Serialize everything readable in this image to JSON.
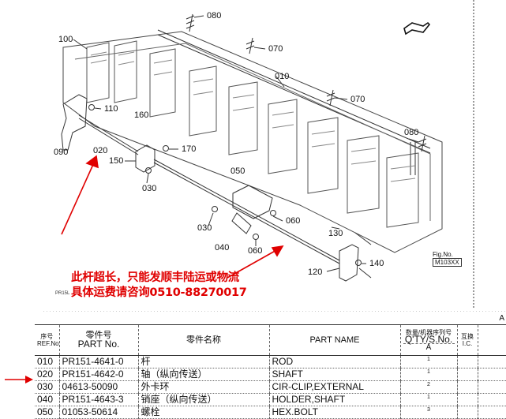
{
  "diagram": {
    "callouts": [
      "080",
      "100",
      "070",
      "010",
      "070",
      "110",
      "160",
      "090",
      "020",
      "170",
      "150",
      "030",
      "050",
      "080",
      "030",
      "040",
      "060",
      "060",
      "130",
      "120",
      "140"
    ],
    "fig_label": "Fig.No.",
    "fig_code": "M103XX",
    "small_code": "PR15L",
    "corner_letter": "A"
  },
  "note": {
    "line1": "此杆超长，只能发顺丰陆运或物流",
    "line2": "具体运费请咨询0510-88270017"
  },
  "table": {
    "headers": {
      "ref_cn": "序号",
      "ref_en": "REF.No.",
      "part_cn": "零件号",
      "part_en": "PART No.",
      "name_cn": "零件名称",
      "name_en": "PART NAME",
      "qty_cn": "数量/机器序列号",
      "qty_en": "Q'TY/S.No.",
      "qty_col": "A",
      "ic_cn": "互换",
      "ic_en": "I.C."
    },
    "rows": [
      {
        "ref": "010",
        "part": "PR151-4641-0",
        "name_cn": "杆",
        "name_en": "ROD",
        "qty": "1"
      },
      {
        "ref": "020",
        "part": "PR151-4642-0",
        "name_cn": "轴（纵向传送）",
        "name_en": "SHAFT",
        "qty": "1"
      },
      {
        "ref": "030",
        "part": "04613-50090",
        "name_cn": "外卡环",
        "name_en": "CIR-CLIP,EXTERNAL",
        "qty": "2"
      },
      {
        "ref": "040",
        "part": "PR151-4643-3",
        "name_cn": "销座（纵向传送）",
        "name_en": "HOLDER,SHAFT",
        "qty": "1"
      },
      {
        "ref": "050",
        "part": "01053-50614",
        "name_cn": "螺栓",
        "name_en": "HEX.BOLT",
        "qty": "3"
      }
    ]
  },
  "colors": {
    "annotation": "#e00000",
    "line": "#222222"
  }
}
